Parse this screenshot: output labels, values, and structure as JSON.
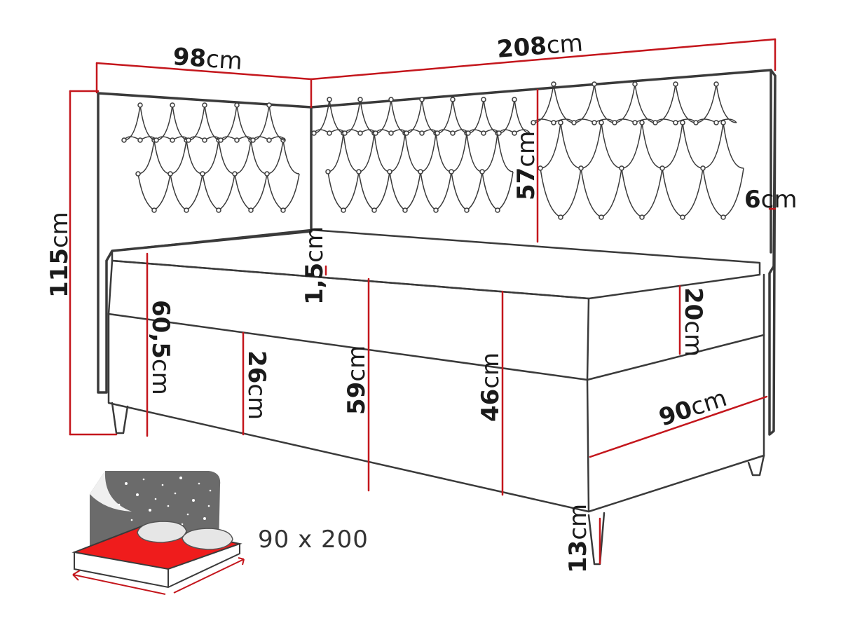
{
  "colors": {
    "outline": "#3a3a3a",
    "dimension_line": "#c4161c",
    "text": "#1a1a1a",
    "mattress_red": "#ef1c1c",
    "icon_headboard": "#6b6b6b"
  },
  "dimensions": {
    "side_width": {
      "num": "98",
      "unit": "cm"
    },
    "length": {
      "num": "208",
      "unit": "cm"
    },
    "total_height": {
      "num": "115",
      "unit": "cm"
    },
    "headboard_height": {
      "num": "57",
      "unit": "cm"
    },
    "headboard_thickness": {
      "num": "6",
      "unit": "cm"
    },
    "topper_thickness": {
      "num": "1,5",
      "unit": "cm"
    },
    "mattress_height": {
      "num": "20",
      "unit": "cm"
    },
    "front_height": {
      "num": "60,5",
      "unit": "cm"
    },
    "base_height": {
      "num": "26",
      "unit": "cm"
    },
    "mid_height": {
      "num": "59",
      "unit": "cm"
    },
    "inner_height": {
      "num": "46",
      "unit": "cm"
    },
    "width": {
      "num": "90",
      "unit": "cm"
    },
    "leg_height": {
      "num": "13",
      "unit": "cm"
    }
  },
  "sleeping_area": {
    "label": "90 x 200",
    "icon": "bed-icon"
  }
}
